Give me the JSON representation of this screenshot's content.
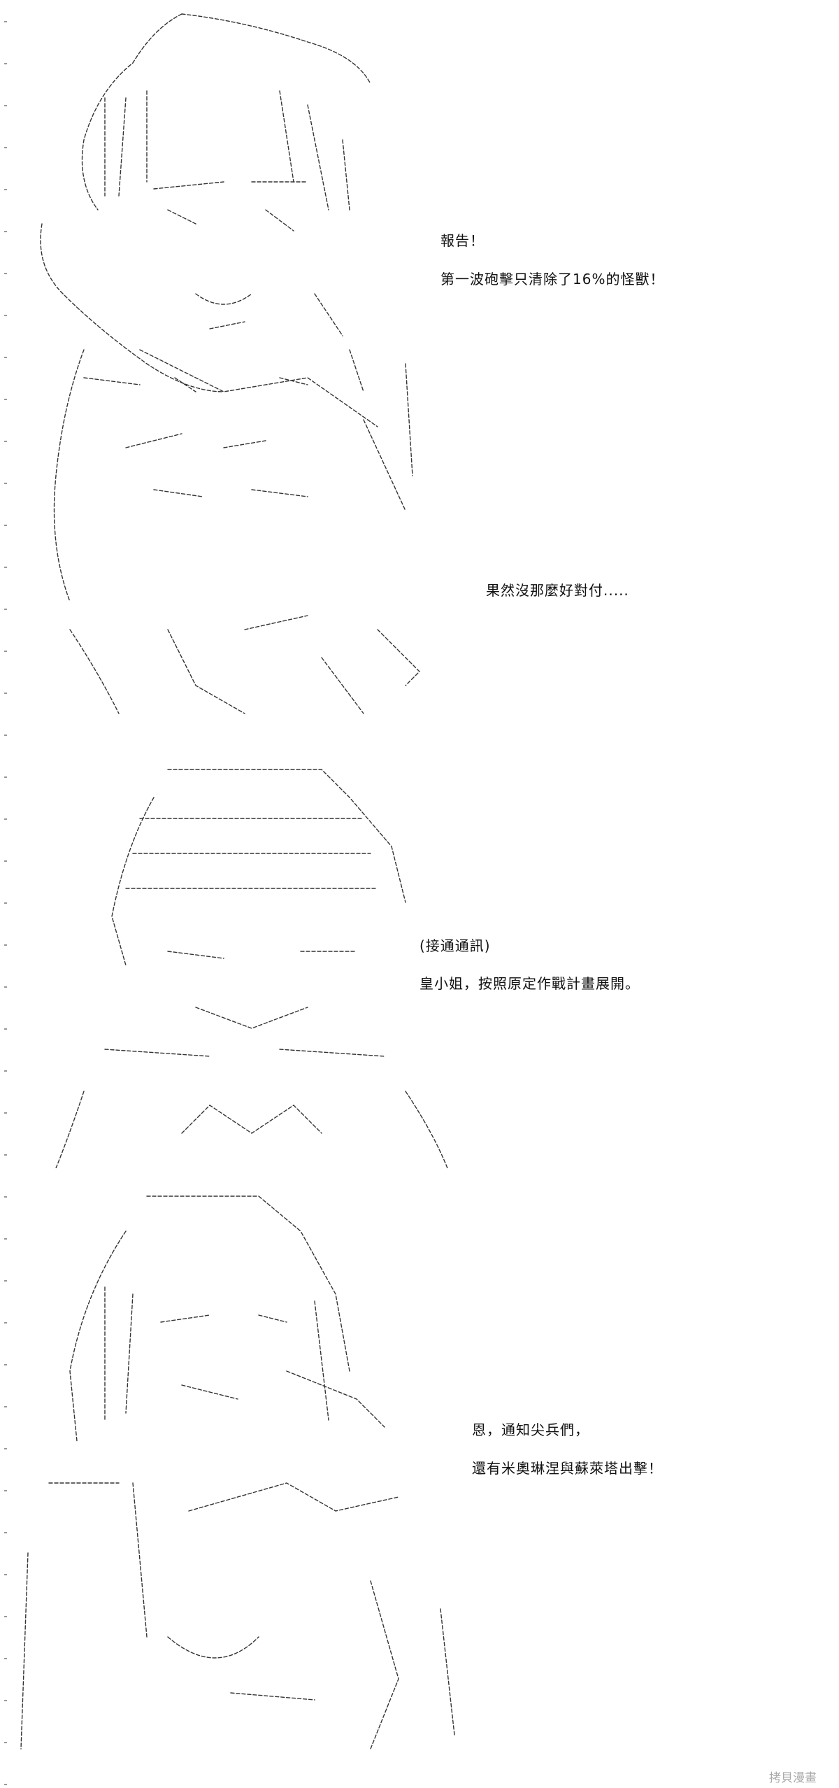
{
  "panels": [
    {
      "lines": [
        "報告！",
        "第一波砲擊只清除了16%的怪獸！"
      ]
    },
    {
      "lines": [
        "果然沒那麼好對付....."
      ]
    },
    {
      "lines": [
        "(接通通訊)",
        "皇小姐，按照原定作戰計畫展開。"
      ]
    },
    {
      "lines": [
        "恩，通知尖兵們，",
        "還有米奧琳涅與蘇萊塔出擊！"
      ]
    }
  ],
  "watermark": "拷貝漫畫"
}
